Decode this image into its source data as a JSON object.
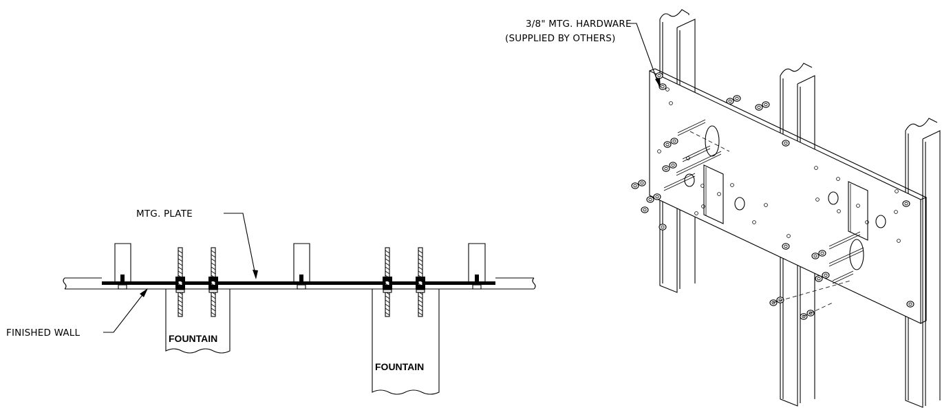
{
  "labels": {
    "mounting_plate": "MTG. PLATE",
    "finished_wall": "FINISHED WALL",
    "fountain_left": "FOUNTAIN",
    "fountain_right": "FOUNTAIN",
    "hardware_line1": "3/8\" MTG. HARDWARE",
    "hardware_line2": "(SUPPLIED BY OTHERS)"
  }
}
